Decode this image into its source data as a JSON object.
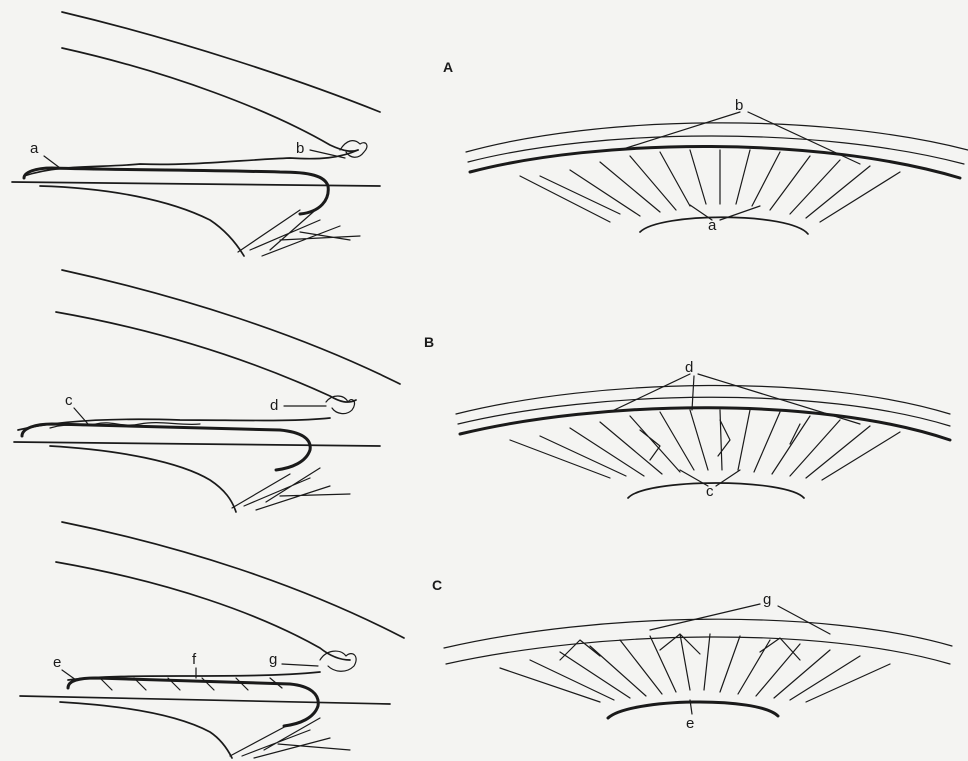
{
  "panels": [
    {
      "id": "A",
      "label": "A",
      "section_labels": [
        "a",
        "b"
      ],
      "view_labels": [
        "b",
        "a"
      ]
    },
    {
      "id": "B",
      "label": "B",
      "section_labels": [
        "c",
        "d"
      ],
      "view_labels": [
        "d",
        "c"
      ]
    },
    {
      "id": "C",
      "label": "C",
      "section_labels": [
        "e",
        "f",
        "g"
      ],
      "view_labels": [
        "g",
        "e"
      ]
    }
  ],
  "colors": {
    "ink": "#1a1a1a",
    "paper": "#f4f4f2"
  }
}
